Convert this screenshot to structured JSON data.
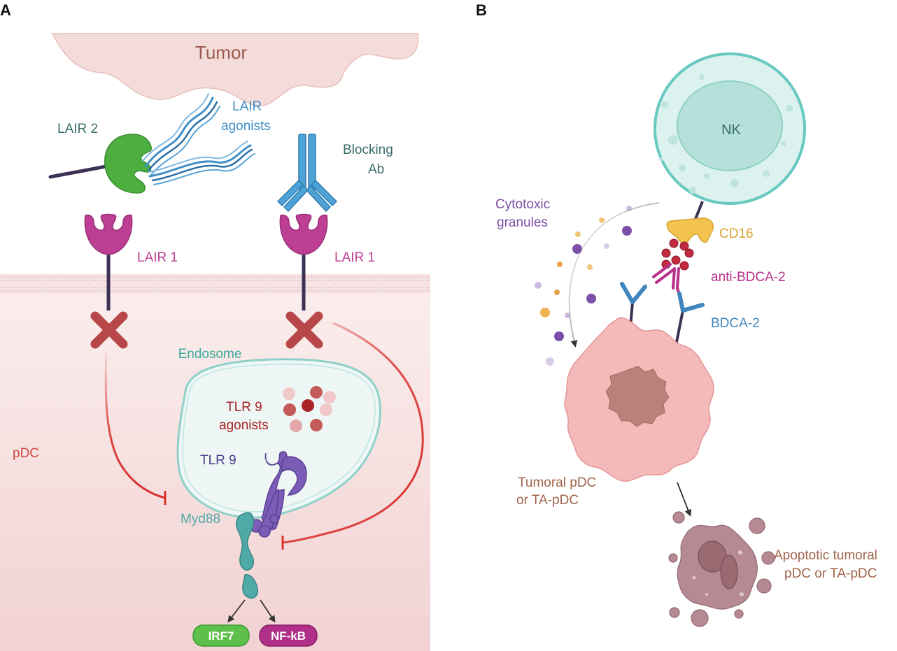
{
  "panels": {
    "a": "A",
    "b": "B"
  },
  "panel_a": {
    "tumor": "Tumor",
    "lair2": "LAIR 2",
    "lair_agonists": [
      "LAIR",
      "agonists"
    ],
    "blocking_ab": [
      "Blocking",
      "Ab"
    ],
    "lair1_left": "LAIR 1",
    "lair1_right": "LAIR 1",
    "endosome": "Endosome",
    "tlr9_agonists": [
      "TLR 9",
      "agonists"
    ],
    "tlr9": "TLR 9",
    "pdc": "pDC",
    "myd88": "Myd88",
    "irf7": "IRF7",
    "nfkb": "NF-kB"
  },
  "panel_b": {
    "nk": "NK",
    "cytotoxic_granules": [
      "Cytotoxic",
      "granules"
    ],
    "cd16": "CD16",
    "anti_bdca2": "anti-BDCA-2",
    "bdca2": "BDCA-2",
    "tumoral_pdc": [
      "Tumoral pDC",
      "or TA-pDC"
    ],
    "apoptotic": [
      "Apoptotic tumoral",
      "pDC or TA-pDC"
    ]
  },
  "colors": {
    "tumor_fill": "#f4dcdb",
    "tumor_text": "#9a5a4c",
    "lair2_green": "#4caf3f",
    "agonist_blue": "#3f8fc8",
    "lair1_magenta": "#bd3f94",
    "block_red_x": "#b8474a",
    "inhibit_red": "#d9302c",
    "endosome_teal": "#3cab9c",
    "tlr9_purple": "#7b5db8",
    "myd88_teal": "#4fa9a6",
    "irf7_green": "#5cc04a",
    "nfkb_magenta": "#b02f88",
    "nk_teal": "#67c9bf",
    "cd16_yellow": "#f2c34e",
    "bdca2_blue": "#3f86bf",
    "tumoral_pdc_pink": "#f2b3b3",
    "apoptotic_mauve": "#b68a93",
    "label_brown": "#a0644a"
  }
}
